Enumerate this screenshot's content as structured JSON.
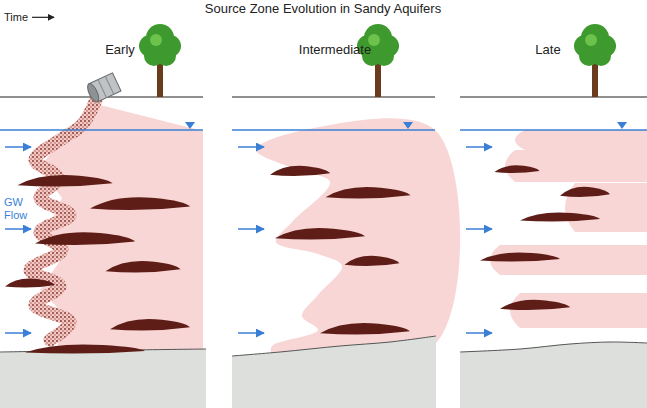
{
  "diagram": {
    "title": "Source Zone Evolution in Sandy Aquifers",
    "labels": [
      "Time",
      "Early",
      "Intermediate",
      "Late",
      "GW Flow"
    ]
  }
}
